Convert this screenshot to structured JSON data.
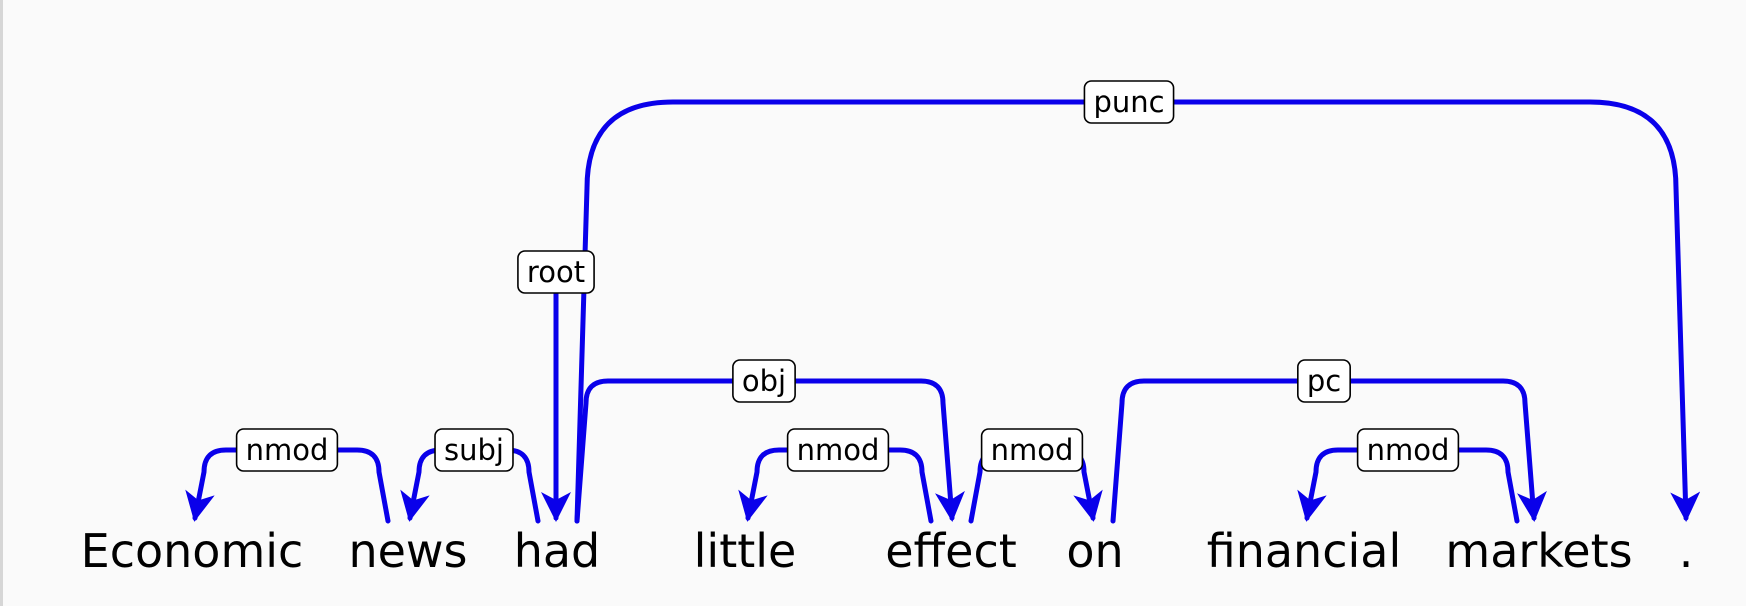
{
  "words": [
    "Economic",
    "news",
    "had",
    "little",
    "effect",
    "on",
    "financial",
    "markets",
    "."
  ],
  "dependencies": [
    {
      "label": "nmod",
      "head": 1,
      "dependent": 0
    },
    {
      "label": "subj",
      "head": 2,
      "dependent": 1
    },
    {
      "label": "root",
      "head": null,
      "dependent": 2
    },
    {
      "label": "obj",
      "head": 2,
      "dependent": 4
    },
    {
      "label": "nmod",
      "head": 4,
      "dependent": 3
    },
    {
      "label": "nmod",
      "head": 4,
      "dependent": 5
    },
    {
      "label": "pc",
      "head": 5,
      "dependent": 7
    },
    {
      "label": "nmod",
      "head": 7,
      "dependent": 6
    },
    {
      "label": "punc",
      "head": 2,
      "dependent": 8
    }
  ],
  "colors": {
    "arc": "#0a00ea",
    "background": "#fafafa",
    "frame": "#d6d6d6"
  }
}
